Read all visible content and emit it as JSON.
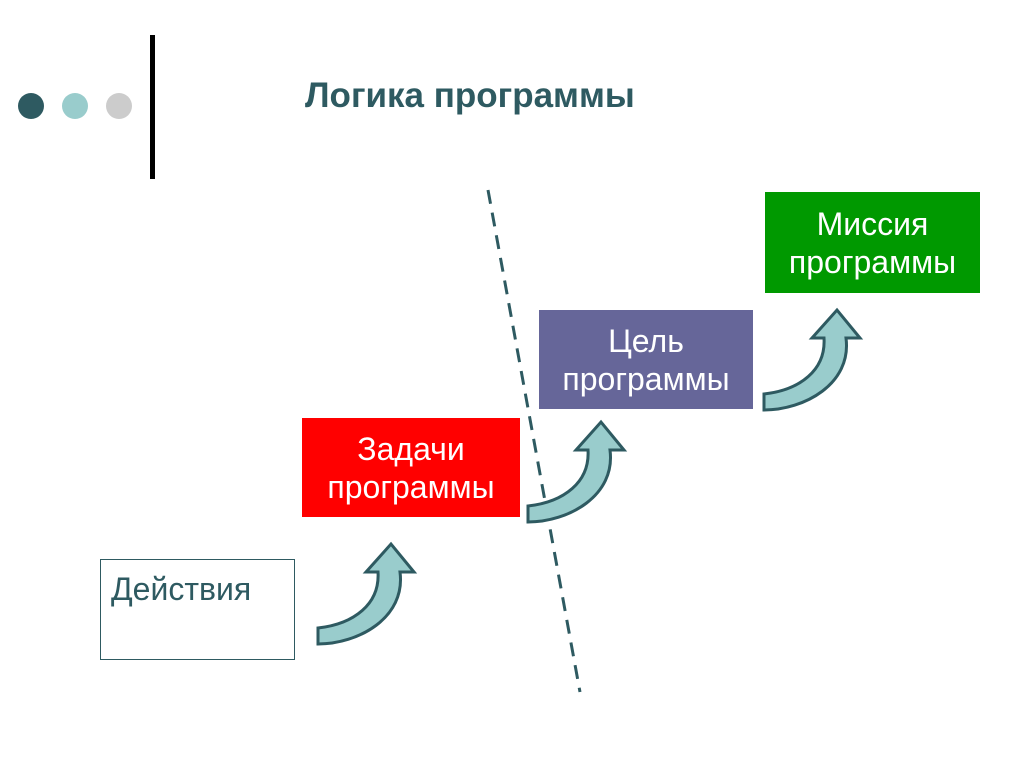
{
  "title": "Логика программы",
  "colors": {
    "title": "#2e5a61",
    "dot_dark": "#2e5a61",
    "dot_teal": "#99cccc",
    "dot_grey": "#cccccc",
    "tasks_fill": "#ff0000",
    "goal_fill": "#666699",
    "mission_fill": "#009900",
    "arrow_fill": "#99cccc",
    "arrow_stroke": "#2e5a61",
    "dashed_line": "#2e5a61"
  },
  "boxes": {
    "actions": {
      "line1": "Действия"
    },
    "tasks": {
      "line1": "Задачи",
      "line2": "программы"
    },
    "goal": {
      "line1": "Цель",
      "line2": "программы"
    },
    "mission": {
      "line1": "Миссия",
      "line2": "программы"
    }
  },
  "icons": {
    "arrow": "curved-up-arrow-icon",
    "dot": "circle-bullet-icon"
  }
}
